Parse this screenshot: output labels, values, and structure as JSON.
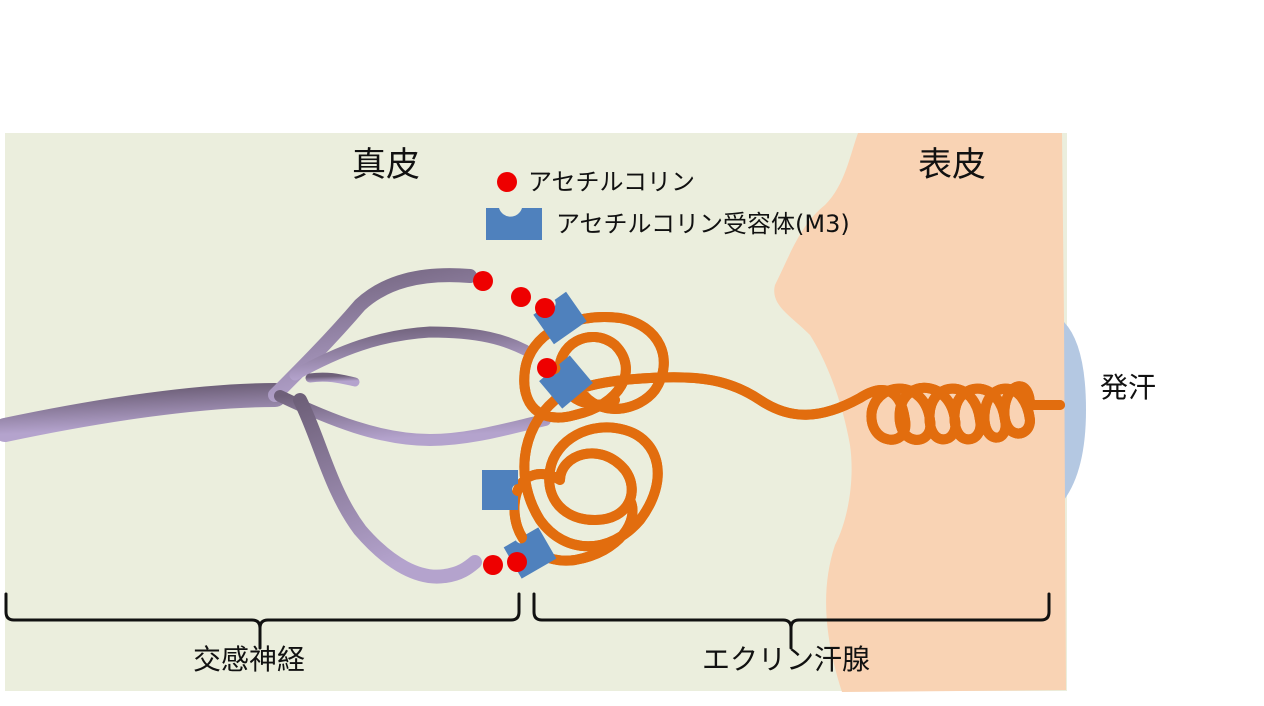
{
  "labels": {
    "dermis": "真皮",
    "epidermis": "表皮",
    "sweating": "発汗",
    "sympathetic_nerve": "交感神経",
    "eccrine_gland": "エクリン汗腺"
  },
  "legend": {
    "acetylcholine": "アセチルコリン",
    "receptor": "アセチルコリン受容体(M3)"
  },
  "colors": {
    "dermis": "#ebeedd",
    "epidermis": "#f9d3b4",
    "nerve_dark": "#6e6079",
    "nerve_light": "#b4a3cd",
    "gland": "#e26d0e",
    "acetylcholine": "#ee0000",
    "receptor": "#4f81bd",
    "sweat": "#b4c8e2"
  }
}
